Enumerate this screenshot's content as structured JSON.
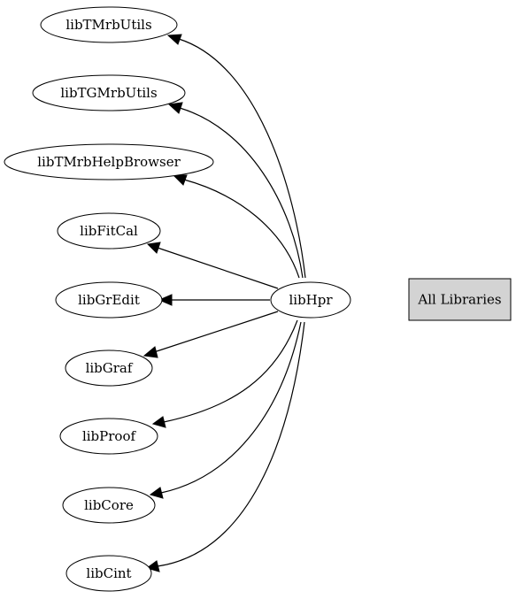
{
  "graph": {
    "center": "libHpr",
    "dependencies": [
      "libTMrbUtils",
      "libTGMrbUtils",
      "libTMrbHelpBrowser",
      "libFitCal",
      "libGrEdit",
      "libGraf",
      "libProof",
      "libCore",
      "libCint"
    ],
    "all_libraries_label": "All Libraries",
    "colors": {
      "node_fill": "#ffffff",
      "all_libraries_fill": "#d3d3d3",
      "stroke": "#000000"
    }
  }
}
